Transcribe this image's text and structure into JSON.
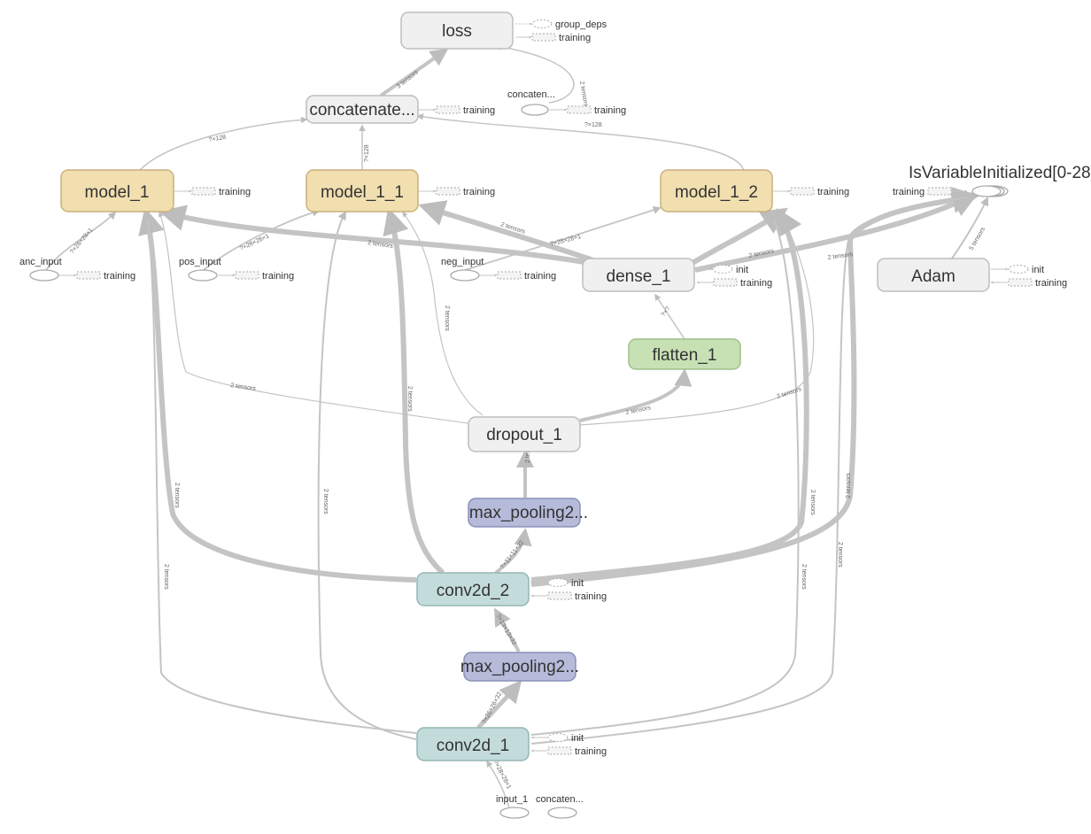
{
  "nodes": {
    "loss": "loss",
    "concatenate": "concatenate...",
    "concaten_small": "concaten...",
    "model_1": "model_1",
    "model_1_1": "model_1_1",
    "model_1_2": "model_1_2",
    "is_var_init": "IsVariableInitialized[0-28]",
    "dense_1": "dense_1",
    "adam": "Adam",
    "flatten_1": "flatten_1",
    "dropout_1": "dropout_1",
    "max_pooling_1": "max_pooling2...",
    "max_pooling_2": "max_pooling2...",
    "conv2d_2": "conv2d_2",
    "conv2d_1": "conv2d_1",
    "anc_input": "anc_input",
    "pos_input": "pos_input",
    "neg_input": "neg_input",
    "input_1": "input_1",
    "concaten_bottom": "concaten..."
  },
  "aux": {
    "group_deps": "group_deps",
    "training": "training",
    "init": "init"
  },
  "edge_labels": {
    "loss_in": "3 tensors",
    "concat_to_loss": "2 tensors",
    "model1_out": "?×128",
    "model11_out": "?×128",
    "model12_out": "?×128",
    "input_shape": "?×28×28×1",
    "two_tensors": "2 tensors",
    "five_tensors": "5 tensors",
    "flatten_out": "?×?",
    "conv2_out": "?×11×11×32",
    "pool1_out": "?×13×13×32",
    "conv1_out": "?×26×26×32",
    "input1_out": "?×28×28×1"
  },
  "colors": {
    "gray_node": "#f0f0f0",
    "model_node": "#f1dfb0",
    "green_node": "#c8e1b4",
    "purple_node": "#b6bbda",
    "teal_node": "#c3dcdb",
    "edge": "#c4c4c4"
  }
}
